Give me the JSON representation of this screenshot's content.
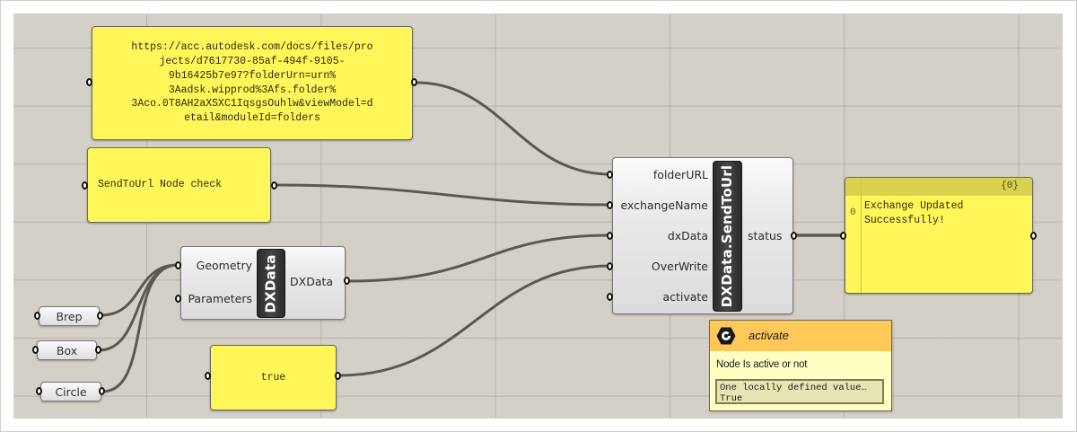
{
  "canvas": {
    "background": "#d4d0c8",
    "wire_color": "#5a5854",
    "panel_color": "#fff65a"
  },
  "panels": {
    "url_panel": {
      "lines": [
        "https://acc.autodesk.com/docs/files/pro",
        "jects/d7617730-85af-494f-9105-",
        "9b16425b7e97?folderUrn=urn%",
        "3Aadsk.wipprod%3Afs.folder%",
        "3Aco.0T8AH2aXSXC1IqsgsOuhlw&viewModel=d",
        "etail&moduleId=folders"
      ]
    },
    "exchange_name_panel": {
      "text": "SendToUrl Node check"
    },
    "boolean_panel": {
      "text": "true"
    }
  },
  "geometry_params": [
    {
      "label": "Brep"
    },
    {
      "label": "Box"
    },
    {
      "label": "Circle"
    }
  ],
  "dxdata_component": {
    "nickname": "DXData",
    "inputs": [
      "Geometry",
      "Parameters"
    ],
    "outputs": [
      "DXData"
    ]
  },
  "sendtourl_component": {
    "nickname": "DXData.SendToUrl",
    "inputs": [
      "folderURL",
      "exchangeName",
      "dxData",
      "OverWrite",
      "activate"
    ],
    "outputs": [
      "status"
    ]
  },
  "output_panel": {
    "path": "{0}",
    "index": "0",
    "value": "Exchange Updated\nSuccessfully!"
  },
  "tooltip": {
    "icon": "hexagon-boolean-icon",
    "title": "activate",
    "description": "Node Is active or not",
    "value_lines": "One locally defined value…\nTrue",
    "header_color": "#ffc95a",
    "body_color": "#ffffc4"
  }
}
